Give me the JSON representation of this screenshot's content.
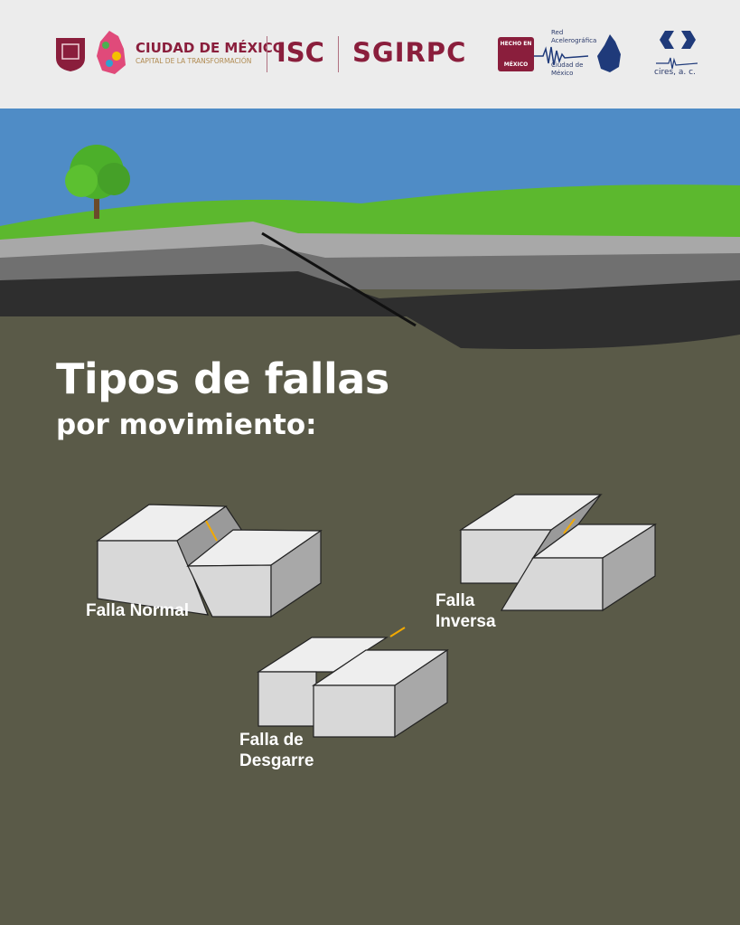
{
  "header": {
    "logo_cdmx": {
      "name": "CIUDAD DE MÉXICO",
      "tagline": "CAPITAL DE LA TRANSFORMACIÓN"
    },
    "logo_isc": "ISC",
    "logo_sgirpc": "SGIRPC",
    "hecho_en": {
      "line1": "HECHO EN",
      "line2": "MÉXICO"
    },
    "red": {
      "line1": "Red",
      "line2": "Acelerográfica",
      "line3": "Ciudad de",
      "line4": "México"
    },
    "cires": "cires, a. c."
  },
  "main": {
    "title": "Tipos de fallas",
    "subtitle": "por movimiento:",
    "faults": [
      {
        "label_line1": "Falla Normal",
        "label_line2": ""
      },
      {
        "label_line1": "Falla",
        "label_line2": "Inversa"
      },
      {
        "label_line1": "Falla de",
        "label_line2": "Desgarre"
      }
    ]
  },
  "colors": {
    "brand": "#8a1e3c",
    "ground": "#5a5a48",
    "sky": "#4f8cc6",
    "grass": "#5cb82e",
    "arrow": "#f2a900"
  }
}
